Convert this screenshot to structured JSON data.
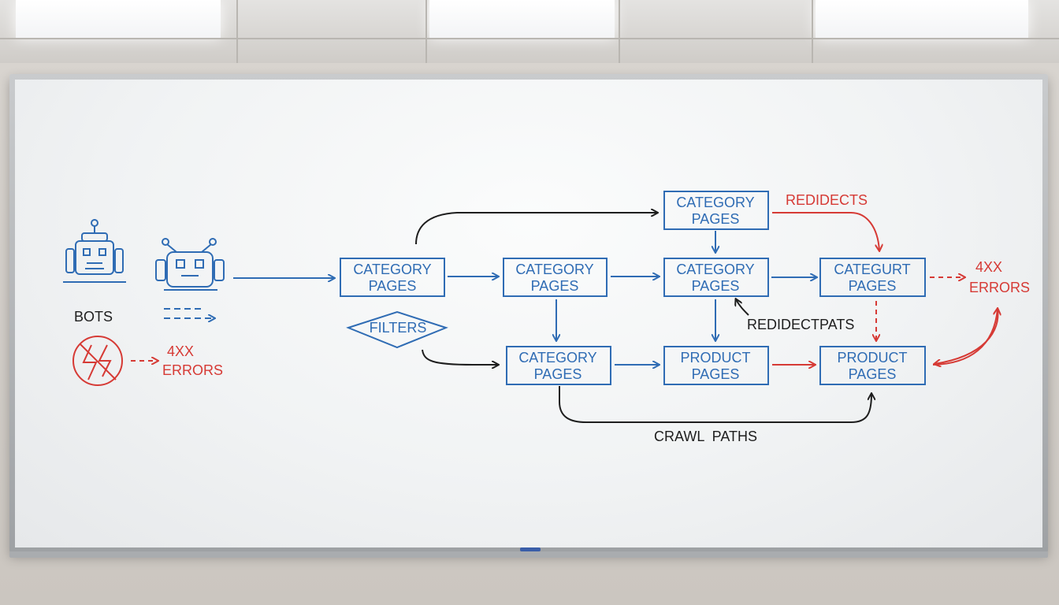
{
  "labels": {
    "bots": "BOTS",
    "errors_left_1": "4XX",
    "errors_left_2": "ERRORS",
    "filters": "FILTERS",
    "redirects_top": "REDIDECTS",
    "redirect_paths": "REDIDECTPATS",
    "errors_right_1": "4XX",
    "errors_right_2": "ERRORS",
    "crawl_paths": "CRAWL  PATHS"
  },
  "boxes": {
    "cat_a": [
      "CATEGORY",
      "PAGES"
    ],
    "cat_b": [
      "CATEGORY",
      "PAGES"
    ],
    "cat_c": [
      "CATEGORY",
      "PAGES"
    ],
    "cat_top": [
      "CATEGORY",
      "PAGES"
    ],
    "categurt": [
      "CATEGURT",
      "PAGES"
    ],
    "cat_lower": [
      "CATEGORY",
      "PAGES"
    ],
    "product_mid": [
      "PRODUCT",
      "PAGES"
    ],
    "product_right": [
      "PRODUCT",
      "PAGES"
    ]
  },
  "colors": {
    "blue": "#2f6cb4",
    "red": "#d63a35",
    "black": "#1e1e1e"
  },
  "icons": [
    "robot-icon",
    "robot-icon",
    "no-bolt-icon"
  ]
}
